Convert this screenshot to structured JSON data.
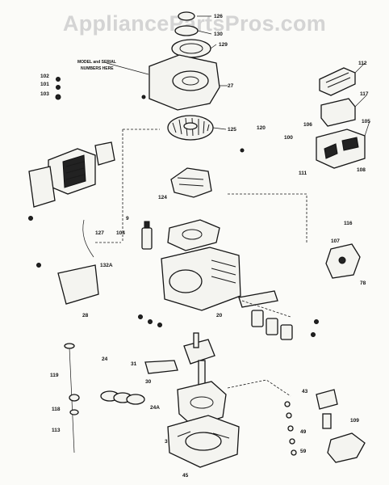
{
  "watermark": "AppliancePartsPros.com",
  "note": {
    "line1": "MODEL and SERIAL",
    "line2": "NUMBERS HERE"
  },
  "callouts": {
    "c126": "126",
    "c130": "130",
    "c129": "129",
    "c112": "112",
    "c117": "117",
    "c105": "105",
    "c106": "106",
    "c100": "100",
    "c111": "111",
    "c108": "108",
    "c102": "102",
    "c101": "101",
    "c103": "103",
    "c27": "27",
    "c125": "125",
    "c120": "120",
    "c124": "124",
    "c104": "104",
    "c127": "127",
    "c132a": "132A",
    "c116": "116",
    "c107": "107",
    "c78": "78",
    "c28": "28",
    "c9": "9",
    "c24": "24",
    "c24a": "24A",
    "c119": "119",
    "c118": "118",
    "c113": "113",
    "c109": "109",
    "c43": "43",
    "c49": "49",
    "c59": "59",
    "c3": "3",
    "c45": "45",
    "c31": "31",
    "c30": "30",
    "c20": "20"
  }
}
